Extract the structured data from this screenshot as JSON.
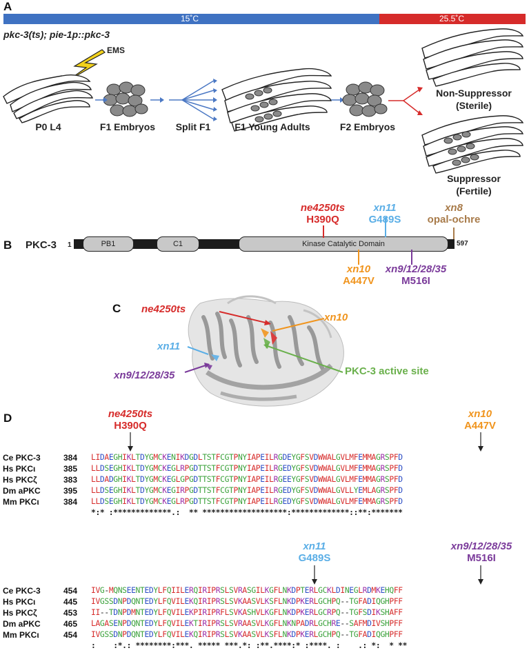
{
  "panels": {
    "a": "A",
    "b": "B",
    "c": "C",
    "d": "D"
  },
  "panel_a": {
    "temp_low": "15˚C",
    "temp_high": "25.5˚C",
    "genotype": "pkc-3(ts); pie-1p::pkc-3",
    "mutagen": "EMS",
    "stages": [
      "P0 L4",
      "F1 Embryos",
      "Split F1",
      "F1 Young Adults",
      "F2 Embryos"
    ],
    "outcome_top_line1": "Non-Suppressor",
    "outcome_top_line2": "(Sterile)",
    "outcome_bottom_line1": "Suppressor",
    "outcome_bottom_line2": "(Fertile)"
  },
  "panel_b": {
    "protein": "PKC-3",
    "start": "1",
    "end": "597",
    "domains": [
      "PB1",
      "C1",
      "Kinase Catalytic Domain"
    ],
    "above": [
      {
        "allele": "ne4250ts",
        "change": "H390Q"
      },
      {
        "allele": "xn11",
        "change": "G489S"
      },
      {
        "allele": "xn8",
        "change": "opal-ochre"
      }
    ],
    "below": [
      {
        "allele": "xn10",
        "change": "A447V"
      },
      {
        "allele": "xn9/12/28/35",
        "change": "M516I"
      }
    ]
  },
  "panel_c": {
    "labels": [
      "ne4250ts",
      "xn10",
      "xn11",
      "xn9/12/28/35",
      "PKC-3 active site"
    ]
  },
  "panel_d": {
    "block1": {
      "marks": [
        {
          "allele": "ne4250ts",
          "change": "H390Q"
        },
        {
          "allele": "xn10",
          "change": "A447V"
        }
      ],
      "rows": [
        {
          "name": "Ce PKC-3",
          "num": "384",
          "seq": "LIDAEGHIKLTDYGMCKENIKDGDLTSTFCGTPNYIAPEILRGDEYGFSVDWWALGVLMFEMMAGRSPFD"
        },
        {
          "name": "Hs PKCι",
          "num": "385",
          "seq": "LLDSEGHIKLTDYGMCKEGLRPGDTTSTFCGTPNYIAPEILRGEDYGFSVDWWALGVLMFEMMAGRSPFD"
        },
        {
          "name": "Hs PKCζ",
          "num": "383",
          "seq": "LLDADGHIKLTDYGMCKEGLGPGDTTSTFCGTPNYIAPEILRGEEYGFSVDWWALGVLMFEMMAGRSPFD"
        },
        {
          "name": "Dm aPKC",
          "num": "395",
          "seq": "LLDSEGHIKLTDYGMCKEGIRPGDTTSTFCGTPNYIAPEILRGEDYGFSVDWWALGVLLYEMLAGRSPFD"
        },
        {
          "name": "Mm PKCι",
          "num": "384",
          "seq": "LLDSEGHIKLTDYGMCKEGLRPGDTTSTFCGTPNYIAPEILRGEDYGFSVDWWALGVLMFEMMAGRSPFD"
        }
      ],
      "consensus": "*:* :*************.:  ** *******************:*************::**:*******"
    },
    "block2": {
      "marks": [
        {
          "allele": "xn11",
          "change": "G489S"
        },
        {
          "allele": "xn9/12/28/35",
          "change": "M516I"
        }
      ],
      "rows": [
        {
          "name": "Ce PKC-3",
          "num": "454",
          "seq": "IVG-MQNSEENTEDYLFQIILERQIRIPRSLSVRASGILKGFLNKDPTERLGCKLDINEGLRDMKEHQFF"
        },
        {
          "name": "Hs PKCι",
          "num": "445",
          "seq": "IVGSSDNPDQNTEDYLFQVILEKQIRIPRSLSVKAASVLKSFLNKDPKERLGCHPQ--TGFADIQGHPFF"
        },
        {
          "name": "Hs PKCζ",
          "num": "453",
          "seq": "II--TDNPDMNTEDYLFQVILEKPIRIPRFLSVKASHVLKGFLNKDPKERLGCRPQ--TGFSDIKSHAFF"
        },
        {
          "name": "Dm aPKC",
          "num": "465",
          "seq": "LAGASENPDQNTEDYLFQVILEKTIRIPRSLSVRAASVLKGFLNKNPADRLGCHRE--SAFMDIVSHPFF"
        },
        {
          "name": "Mm PKCι",
          "num": "454",
          "seq": "IVGSSDNPDQNTEDYLFQVILEKQIRIPRSLSVKAASVLKSFLNKDPKERLGCHPQ--TGFADIQGHPFF"
        }
      ],
      "consensus": ":    :*.: ********:***. ***** ***.*: :**.****:* :****. :    .: *:  * **"
    }
  }
}
